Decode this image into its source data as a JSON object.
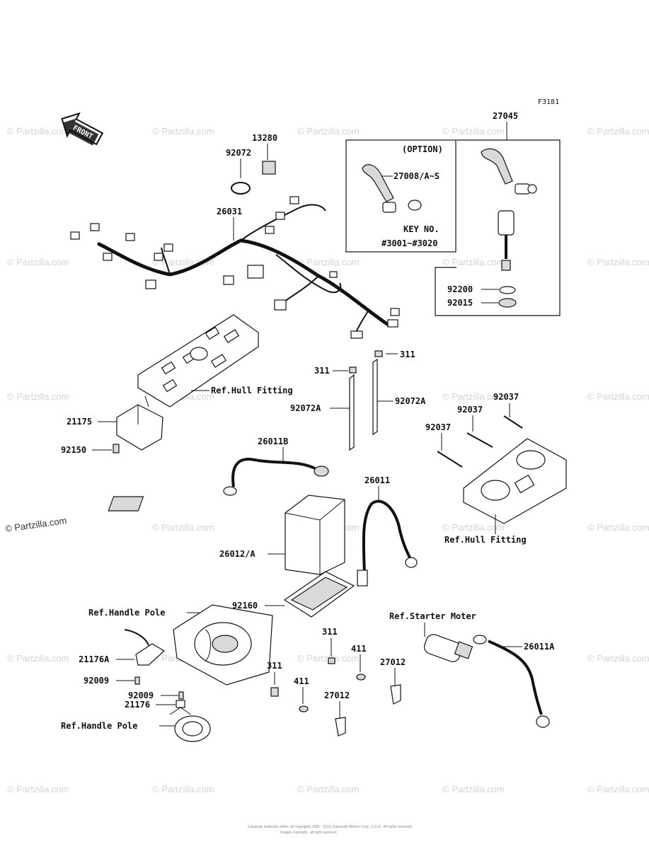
{
  "figure_code": "F3181",
  "front_label": "FRONT",
  "watermark": "© Partzilla.com",
  "copyright_line1": "Kawasaki materials within, all copyrights 1995 - 2013, Kawasaki Motors Corp., U.S.A., All rights reserved.",
  "copyright_line2": "Images copyright - all right reserved",
  "option_box": {
    "title": "(OPTION)",
    "part": "27008/A~S",
    "key_no_label": "KEY NO.",
    "key_range": "#3001~#3020"
  },
  "labels": {
    "p27045": "27045",
    "p13280": "13280",
    "p92072": "92072",
    "p26031": "26031",
    "p92200": "92200",
    "p92015": "92015",
    "p311_a": "311",
    "p311_b": "311",
    "p92072A_a": "92072A",
    "p92072A_b": "92072A",
    "ref_hull_1": "Ref.Hull Fitting",
    "p21175": "21175",
    "p92150": "92150",
    "p26011B": "26011B",
    "p92037_a": "92037",
    "p92037_b": "92037",
    "p92037_c": "92037",
    "p26011": "26011",
    "p26012A": "26012/A",
    "ref_hull_2": "Ref.Hull Fitting",
    "p92160": "92160",
    "ref_handle_1": "Ref.Handle Pole",
    "ref_starter": "Ref.Starter Moter",
    "p311_c": "311",
    "p26011A": "26011A",
    "p21176A": "21176A",
    "p411_a": "411",
    "p27012_a": "27012",
    "p311_d": "311",
    "p92009_a": "92009",
    "p411_b": "411",
    "p92009_b": "92009",
    "p27012_b": "27012",
    "p21176": "21176",
    "ref_handle_2": "Ref.Handle Pole"
  }
}
